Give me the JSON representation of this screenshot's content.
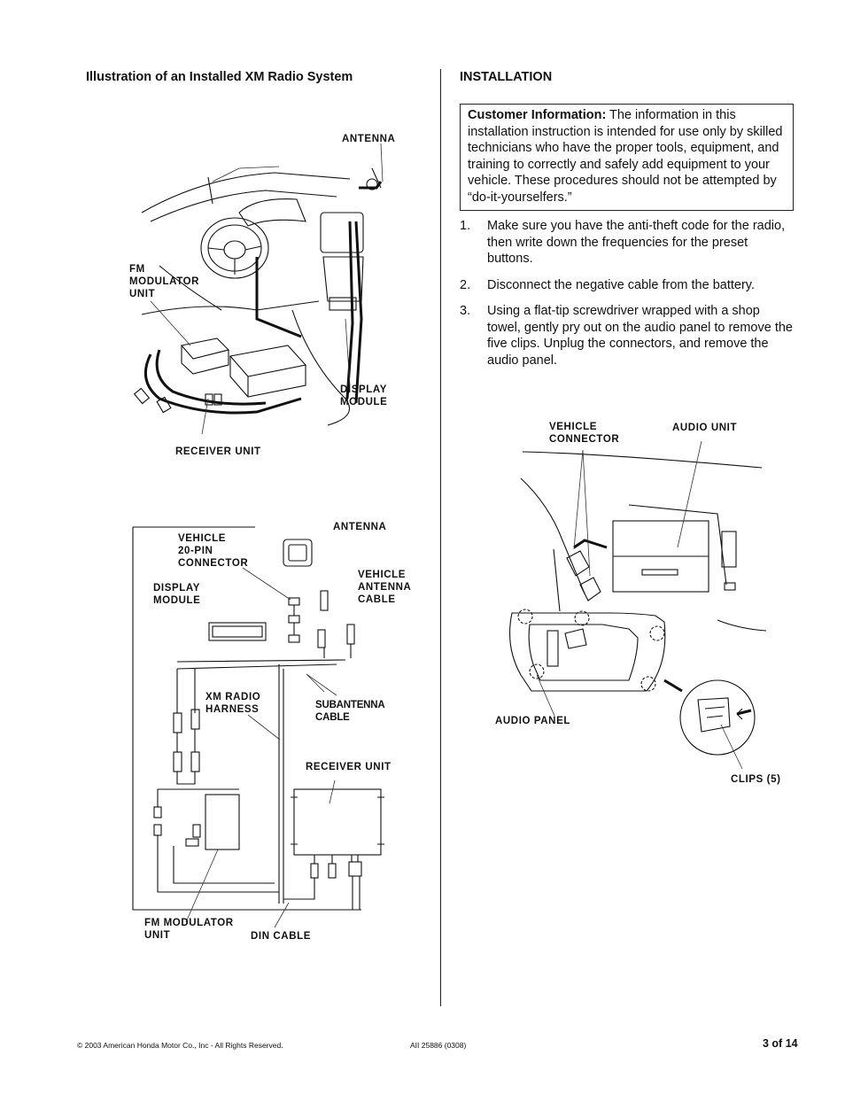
{
  "left": {
    "heading": "Illustration of an Installed XM Radio System",
    "fig1_labels": {
      "antenna": "ANTENNA",
      "fm_modulator": "FM\nMODULATOR\nUNIT",
      "display_module": "DISPLAY\nMODULE",
      "receiver_unit": "RECEIVER UNIT"
    },
    "fig2_labels": {
      "antenna": "ANTENNA",
      "vehicle_connector": "VEHICLE\n20-PIN\nCONNECTOR",
      "display_module": "DISPLAY\nMODULE",
      "vehicle_antenna_cable": "VEHICLE\nANTENNA\nCABLE",
      "xm_harness": "XM RADIO\nHARNESS",
      "subantenna_cable": "SUBANTENNA\nCABLE",
      "receiver_unit": "RECEIVER UNIT",
      "fm_modulator": "FM MODULATOR\nUNIT",
      "din_cable": "DIN CABLE"
    }
  },
  "right": {
    "heading": "INSTALLATION",
    "info_title": "Customer Information:",
    "info_text": " The information in this installation instruction is intended for use only by skilled technicians who have the proper tools, equipment, and training to correctly and safely add equipment to your vehicle. These procedures should not be attempted by “do-it-yourselfers.”",
    "steps": [
      {
        "num": "1.",
        "text": "Make sure you have the anti-theft code for the radio, then write down the frequencies for the preset buttons."
      },
      {
        "num": "2.",
        "text": "Disconnect the negative cable from the battery."
      },
      {
        "num": "3.",
        "text": "Using a flat-tip screwdriver wrapped with a shop towel, gently pry out on the audio panel to remove the five clips. Unplug the connectors, and remove the audio panel."
      }
    ],
    "fig3_labels": {
      "vehicle_connector": "VEHICLE\nCONNECTOR",
      "audio_unit": "AUDIO UNIT",
      "audio_panel": "AUDIO PANEL",
      "clips": "CLIPS (5)"
    }
  },
  "footer": {
    "copyright": "© 2003 American Honda Motor Co., Inc - All Rights Reserved.",
    "doc_code": "AII 25886 (0308)",
    "page": "3 of 14"
  }
}
